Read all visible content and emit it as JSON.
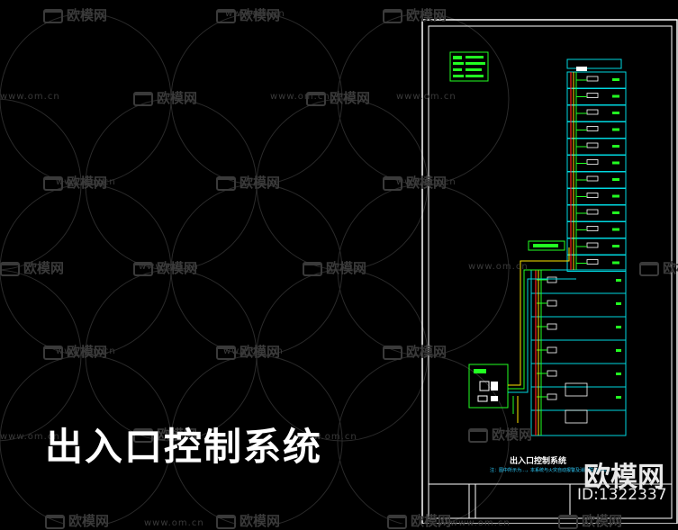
{
  "main_title": "出入口控制系统",
  "drawing_title": "出入口控制系统",
  "note_line": "注：图中所示为…，本系统与火灾自动报警及消防联动系统…",
  "brand": {
    "logo": "欧模网",
    "id": "ID:1322337"
  },
  "watermark": {
    "logo": "欧模网",
    "url": "www.om.cn"
  },
  "colors": {
    "background": "#000000",
    "frame": "#ffffff",
    "riser": "#00d8e0",
    "cable_green": "#22ff22",
    "cable_yellow": "#ffe600",
    "cable_red": "#ff2020",
    "note_cyan": "#2ecfff",
    "watermark": "#3a3a3a"
  }
}
